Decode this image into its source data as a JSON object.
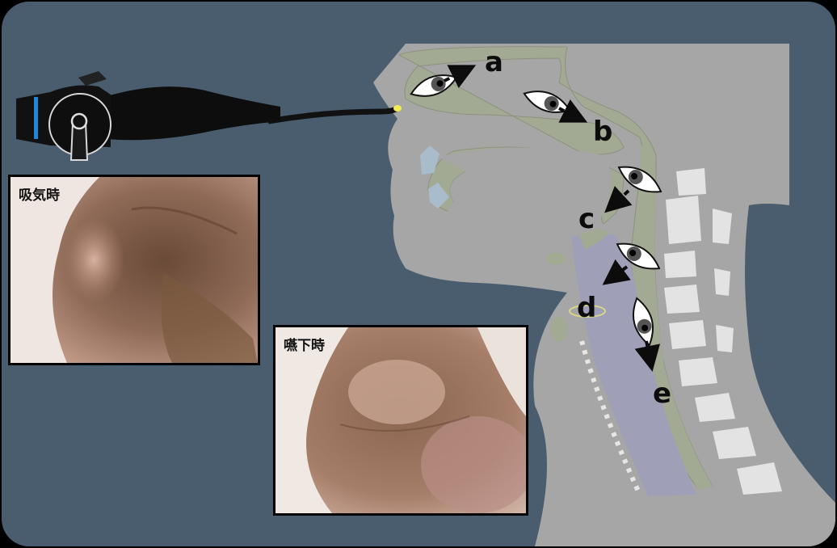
{
  "labels": {
    "a": "a",
    "b": "b",
    "c": "c",
    "d": "d",
    "e": "e"
  },
  "photos": {
    "inspiration": {
      "caption": "吸気時"
    },
    "swallowing": {
      "caption": "嚥下時"
    }
  },
  "colors": {
    "background": "#4a5d6e",
    "head": "#a6a6a6",
    "airway": "#a3aa93",
    "trachea": "#9fa0b7",
    "bone": "#e3e3e3",
    "scope_tip": "#f4ea53"
  }
}
